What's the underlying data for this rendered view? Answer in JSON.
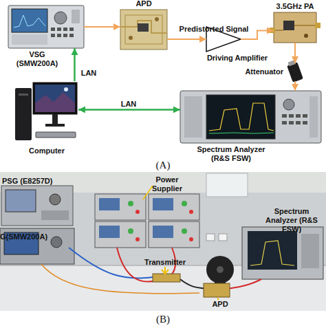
{
  "diagram": {
    "nodes": [
      {
        "text": [
          "VSG (SMW200A)"
        ]
      },
      {
        "text": [
          "APD"
        ]
      },
      {
        "text": [
          "Driving Amplifier"
        ]
      },
      {
        "text": [
          "3.5GHz PA"
        ]
      },
      {
        "text": [
          "Attenuator"
        ]
      },
      {
        "text": [
          "Spectrum Analyzer (R&S FSW)"
        ]
      },
      {
        "text": [
          "Computer"
        ]
      }
    ],
    "edges": [
      {
        "from": 0,
        "to": 1,
        "arrow": "to"
      },
      {
        "from": 1,
        "to": 2,
        "label": "Predistorted Signal",
        "arrow": "to"
      },
      {
        "from": 2,
        "to": 3,
        "arrow": "to"
      },
      {
        "from": 3,
        "to": 4,
        "arrow": "to"
      },
      {
        "from": 4,
        "to": 5,
        "arrow": "to"
      },
      {
        "from": 6,
        "to": 0,
        "label": "LAN",
        "arrow": "to"
      },
      {
        "from": 6,
        "to": 5,
        "label": "LAN",
        "arrow": "both"
      }
    ],
    "labels": [
      "(A)",
      "PSG (E8257D)",
      "Power Supplier",
      "Spectrum Analyzer (R&S FSW)",
      "G(SMW200A)",
      "Transmitter",
      "APD",
      "(B)"
    ]
  }
}
